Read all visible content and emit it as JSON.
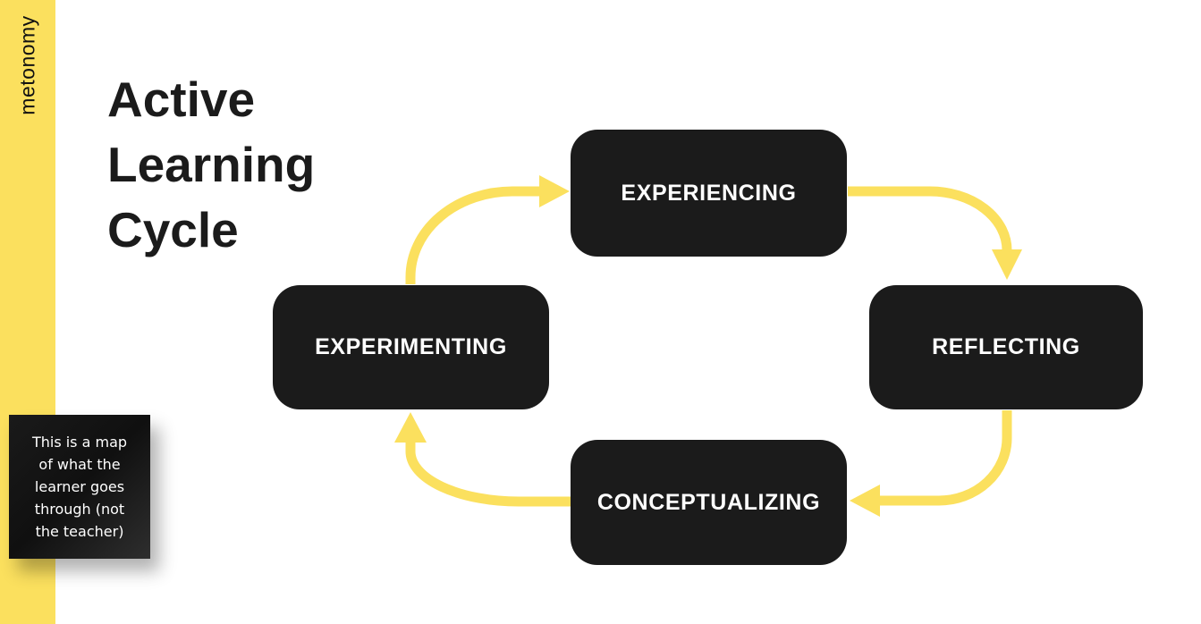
{
  "colors": {
    "accent": "#FBE05E",
    "node_background": "#1B1B1B",
    "node_text": "#FFFFFF",
    "title_text": "#1B1B1B",
    "page_background": "#FFFFFF",
    "note_background": "#151515",
    "note_text": "#FFFFFF"
  },
  "brand": {
    "name": "metonomy"
  },
  "header": {
    "title": "Active Learning Cycle"
  },
  "note": {
    "text": "This is a map of what the learner goes through (not the teacher)"
  },
  "cycle": {
    "nodes": [
      {
        "id": "experiencing",
        "label": "EXPERIENCING",
        "position": "top"
      },
      {
        "id": "reflecting",
        "label": "REFLECTING",
        "position": "right"
      },
      {
        "id": "conceptualizing",
        "label": "CONCEPTUALIZING",
        "position": "bottom"
      },
      {
        "id": "experimenting",
        "label": "EXPERIMENTING",
        "position": "left"
      }
    ],
    "flow_order": [
      "EXPERIENCING",
      "REFLECTING",
      "CONCEPTUALIZING",
      "EXPERIMENTING"
    ],
    "flow_direction": "clockwise"
  }
}
